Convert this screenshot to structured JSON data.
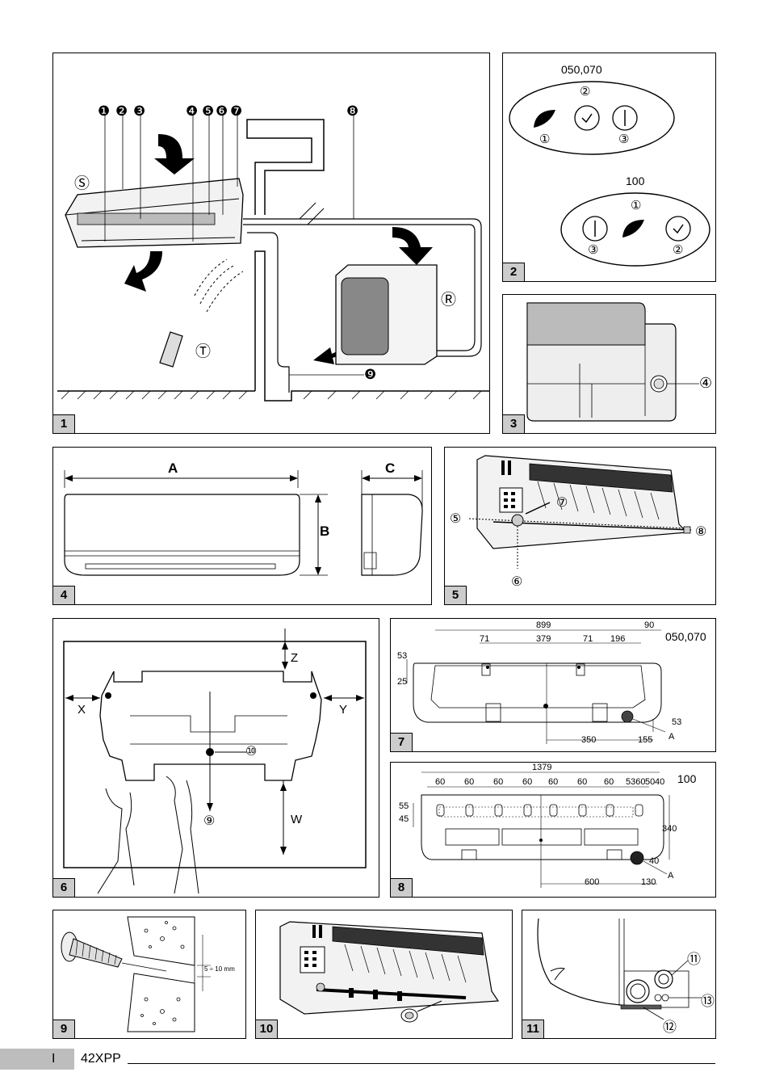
{
  "panels": [
    {
      "id": "1",
      "labels": [
        "❶",
        "❷",
        "❸",
        "❹",
        "❺",
        "❻",
        "❼",
        "❽",
        "❾",
        "Ⓢ",
        "Ⓡ",
        "Ⓣ"
      ]
    },
    {
      "id": "2",
      "model_a": "050,070",
      "model_b": "100",
      "circ1": "①",
      "circ2": "②",
      "circ3": "③"
    },
    {
      "id": "3",
      "label": "④"
    },
    {
      "id": "4",
      "A": "A",
      "B": "B",
      "C": "C"
    },
    {
      "id": "5",
      "l5": "⑤",
      "l6": "⑥",
      "l7": "⑦",
      "l8": "⑧"
    },
    {
      "id": "6",
      "Z": "Z",
      "X": "X",
      "Y": "Y",
      "W": "W",
      "l9": "⑨",
      "l10": "⑩"
    },
    {
      "id": "7",
      "model": "050,070",
      "d899": "899",
      "d90": "90",
      "d71a": "71",
      "d379": "379",
      "d71b": "71",
      "d196": "196",
      "d53v": "53",
      "d25": "25",
      "d53h": "53",
      "d350": "350",
      "d155": "155",
      "A": "A"
    },
    {
      "id": "8",
      "model": "100",
      "d1379": "1379",
      "d60": "60",
      "d5360": "5360",
      "d50": "50",
      "d40": "40",
      "d45": "45",
      "d55": "55",
      "d340": "340",
      "d40b": "40",
      "d600": "600",
      "d130": "130",
      "A": "A"
    },
    {
      "id": "9",
      "gap": "5 ÷ 10 mm"
    },
    {
      "id": "10"
    },
    {
      "id": "11",
      "l11": "⑪",
      "l12": "⑫",
      "l13": "⑬"
    }
  ],
  "footer": {
    "letter": "I",
    "model": "42XPP"
  }
}
